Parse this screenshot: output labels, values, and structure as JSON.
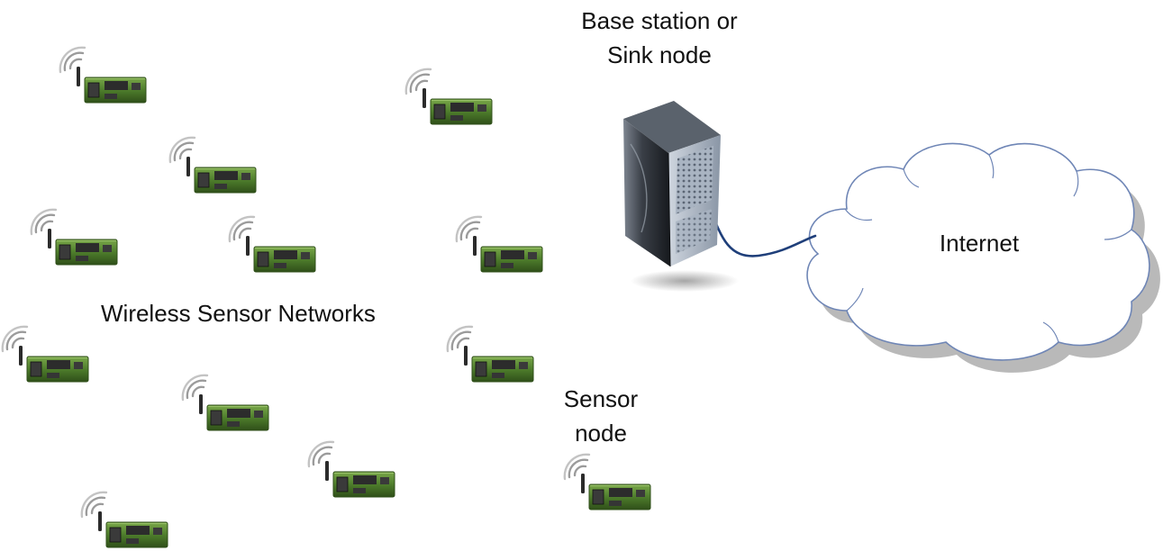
{
  "labels": {
    "network_title": "Wireless Sensor Networks",
    "base_station_line1": "Base station or",
    "base_station_line2": "Sink node",
    "sensor_line1": "Sensor",
    "sensor_line2": "node",
    "internet": "Internet"
  },
  "icons": {
    "sensor": "sensor-node-icon",
    "server": "server-tower-icon",
    "cloud": "cloud-icon",
    "link": "cable-connection"
  },
  "colors": {
    "pcb": "#4e7d2c",
    "pcb_dark": "#2f4f19",
    "chip": "#2c2c2c",
    "radio_wave": "#9b9b9b",
    "server_body": "#2b2f36",
    "cable": "#1f3f7a",
    "cloud_stroke": "#6f86b6",
    "cloud_shadow": "#b9b9b9"
  }
}
